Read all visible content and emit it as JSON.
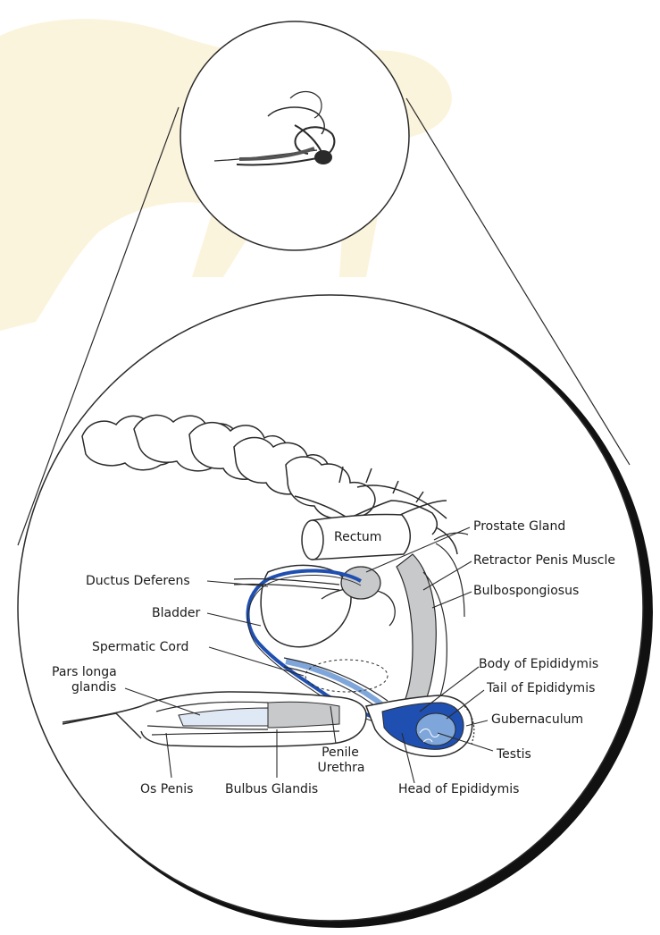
{
  "colors": {
    "background": "#ffffff",
    "dog_silhouette": "#fbf4dc",
    "outline": "#2a2a2a",
    "gray_tissue": "#c7c9cb",
    "light_blue": "#dfe9f6",
    "mid_blue": "#7fa6da",
    "deep_blue": "#1f4fb0",
    "shadow": "#111111"
  },
  "labels": {
    "rectum": "Rectum",
    "prostate_gland": "Prostate Gland",
    "retractor_penis_muscle": "Retractor Penis Muscle",
    "bulbospongiosus": "Bulbospongiosus",
    "ductus_deferens": "Ductus Deferens",
    "bladder": "Bladder",
    "spermatic_cord": "Spermatic Cord",
    "pars_longa_glandis_1": "Pars longa",
    "pars_longa_glandis_2": "glandis",
    "body_of_epididymis": "Body of Epididymis",
    "tail_of_epididymis": "Tail of Epididymis",
    "gubernaculum": "Gubernaculum",
    "testis": "Testis",
    "penile_urethra_1": "Penile",
    "penile_urethra_2": "Urethra",
    "os_penis": "Os Penis",
    "bulbus_glandis": "Bulbus Glandis",
    "head_of_epididymis": "Head of Epididymis"
  }
}
